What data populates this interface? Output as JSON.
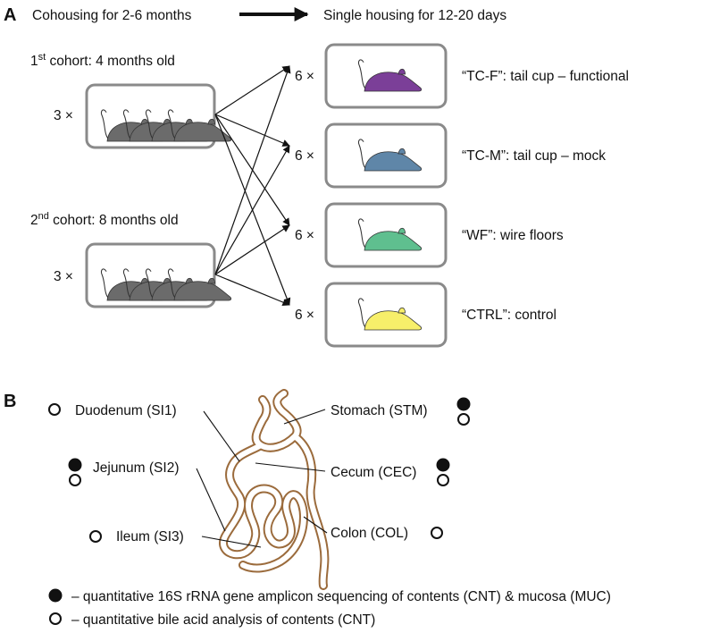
{
  "panel_a": {
    "letter": "A",
    "cohousing": "Cohousing for 2-6 months",
    "single_housing": "Single housing for 12-20 days",
    "cohorts": [
      {
        "label_base": "1",
        "label_sup": "st",
        "label_rest": " cohort: 4 months old",
        "count": "3 ×"
      },
      {
        "label_base": "2",
        "label_sup": "nd",
        "label_rest": " cohort: 8 months old",
        "count": "3 ×"
      }
    ],
    "groups": [
      {
        "count": "6 ×",
        "label": "“TC-F”: tail cup – functional",
        "color": "#7b3f98"
      },
      {
        "count": "6 ×",
        "label": "“TC-M”: tail cup – mock",
        "color": "#5f86a8"
      },
      {
        "count": "6 ×",
        "label": "“WF”: wire floors",
        "color": "#5fbf8f"
      },
      {
        "count": "6 ×",
        "label": "“CTRL”: control",
        "color": "#f7ef6a"
      }
    ],
    "cohort_mouse_color": "#6b6b6b"
  },
  "panel_b": {
    "letter": "B",
    "sites": [
      {
        "label": "Duodenum (SI1)",
        "filled": false,
        "open": true
      },
      {
        "label": "Jejunum (SI2)",
        "filled": true,
        "open": true
      },
      {
        "label": "Ileum (SI3)",
        "filled": false,
        "open": true
      },
      {
        "label": "Stomach (STM)",
        "filled": true,
        "open": true
      },
      {
        "label": "Cecum (CEC)",
        "filled": true,
        "open": true
      },
      {
        "label": "Colon (COL)",
        "filled": false,
        "open": true
      }
    ],
    "legend": [
      {
        "symbol": "filled",
        "text": "–  quantitative 16S rRNA gene amplicon sequencing of contents (CNT) & mucosa (MUC)"
      },
      {
        "symbol": "open",
        "text": "–  quantitative bile acid analysis of contents (CNT)"
      }
    ],
    "gut_color": "#9b6b3c"
  }
}
